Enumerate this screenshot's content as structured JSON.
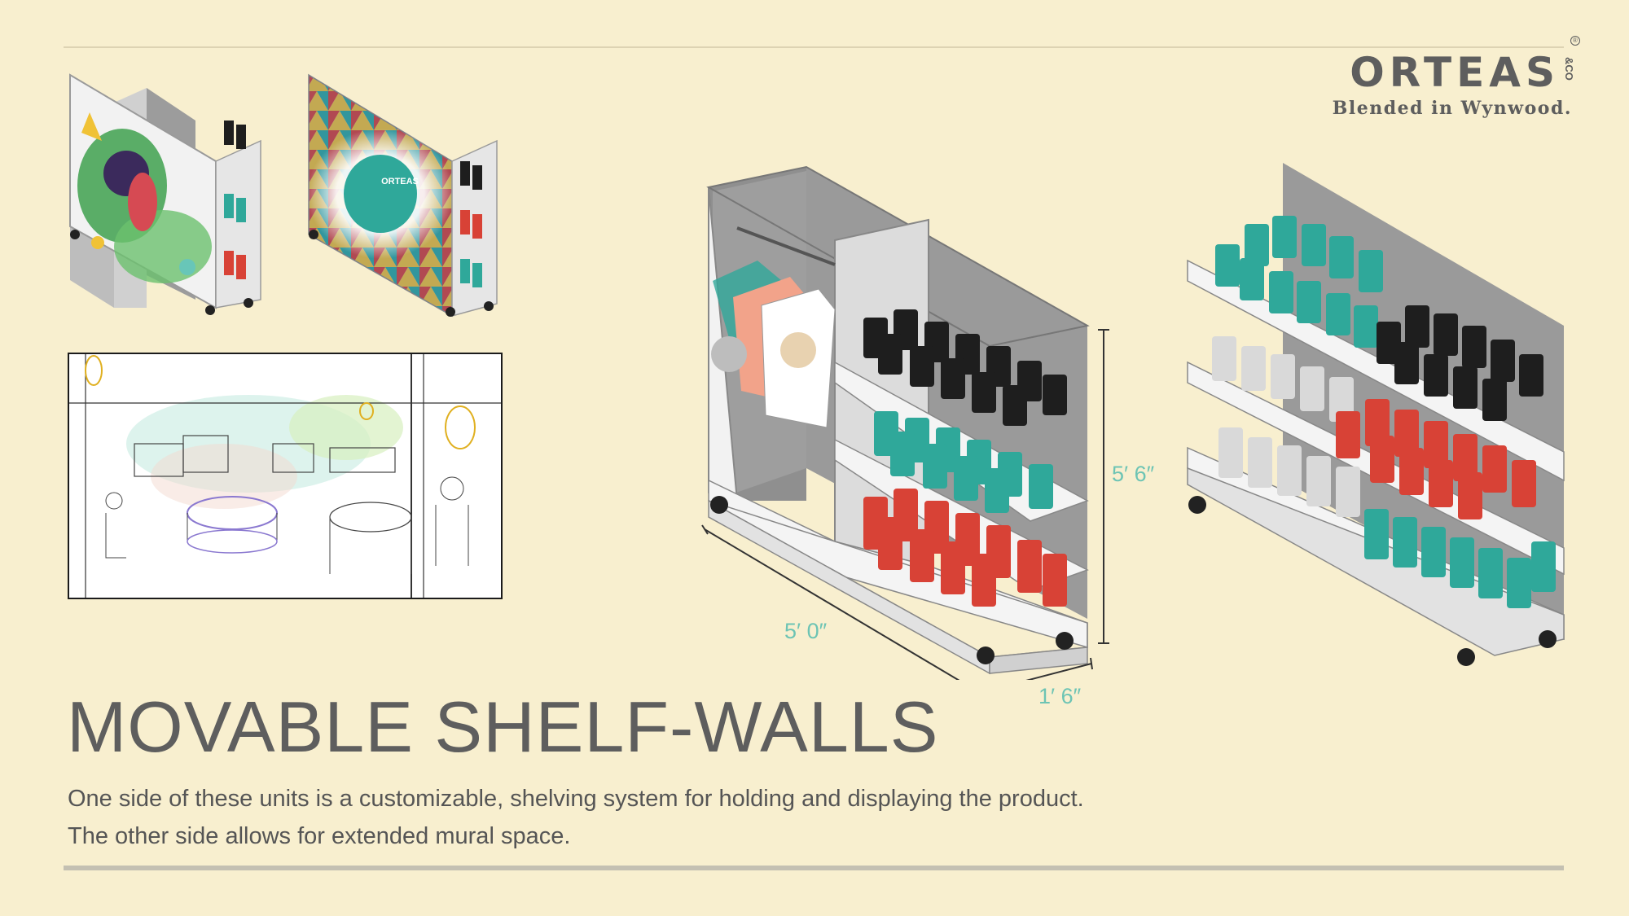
{
  "brand": {
    "name": "ORTEAS",
    "amp": "&CO",
    "registered": "®",
    "tagline": "Blended in Wynwood."
  },
  "slide": {
    "title": "MOVABLE SHELF-WALLS",
    "description_line1": "One side of these units is a customizable, shelving system for holding and displaying the product.",
    "description_line2": "The other side allows for extended mural space."
  },
  "dimensions": {
    "length": "5′ 0″",
    "depth": "1′ 6″",
    "height": "5′ 6″"
  },
  "mural_badge": {
    "text": "ORTEAS"
  },
  "colors": {
    "background": "#f8efcf",
    "text": "#5e5e5e",
    "dimension": "#6dc4b4",
    "teal": "#2fa89a",
    "red": "#d84236",
    "black": "#1e1e1e",
    "white_tin": "#d9d9d9"
  }
}
